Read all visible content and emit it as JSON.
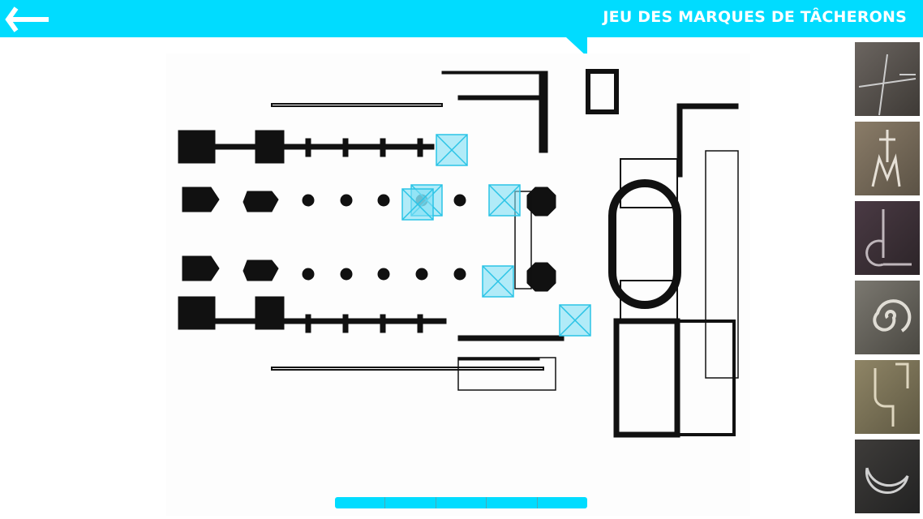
{
  "header": {
    "title": "JEU DES MARQUES DE TÂCHERONS",
    "back_icon": "arrow-left-icon"
  },
  "colors": {
    "accent": "#00dcff",
    "marker": "#7fe0f5"
  },
  "thumbnails": [
    {
      "name": "mark-line-angle"
    },
    {
      "name": "mark-cross-m"
    },
    {
      "name": "mark-d-loop"
    },
    {
      "name": "mark-spiral"
    },
    {
      "name": "mark-hook"
    },
    {
      "name": "mark-crescent"
    }
  ],
  "progress": {
    "segments": 5,
    "filled": 5
  }
}
